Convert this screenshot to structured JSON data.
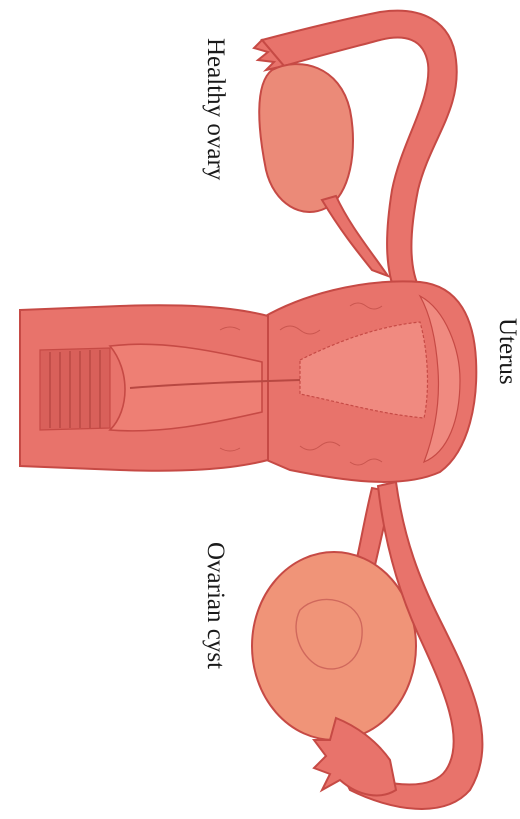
{
  "labels": {
    "healthy_ovary": "Healthy ovary",
    "uterus": "Uterus",
    "ovarian_cyst": "Ovarian cyst"
  },
  "colors": {
    "tissue": "#e8736b",
    "tissue_dark": "#c64a45",
    "tissue_light": "#f08a80",
    "ovary": "#eb8a78",
    "cyst": "#f09478",
    "background": "#ffffff"
  }
}
